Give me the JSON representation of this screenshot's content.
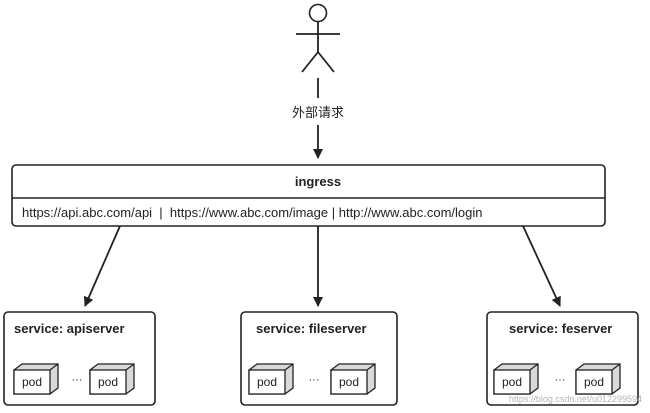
{
  "request_label": "外部请求",
  "ingress": {
    "title": "ingress",
    "routes": "https://api.abc.com/api  |  https://www.abc.com/image | http://www.abc.com/login"
  },
  "services": [
    {
      "title": "service: apiserver",
      "pods": [
        "pod",
        "pod"
      ],
      "ellipsis": "···"
    },
    {
      "title": "service: fileserver",
      "pods": [
        "pod",
        "pod"
      ],
      "ellipsis": "···"
    },
    {
      "title": "service: feserver",
      "pods": [
        "pod",
        "pod"
      ],
      "ellipsis": "···"
    }
  ],
  "watermark": "https://blog.csdn.net/u012299594"
}
